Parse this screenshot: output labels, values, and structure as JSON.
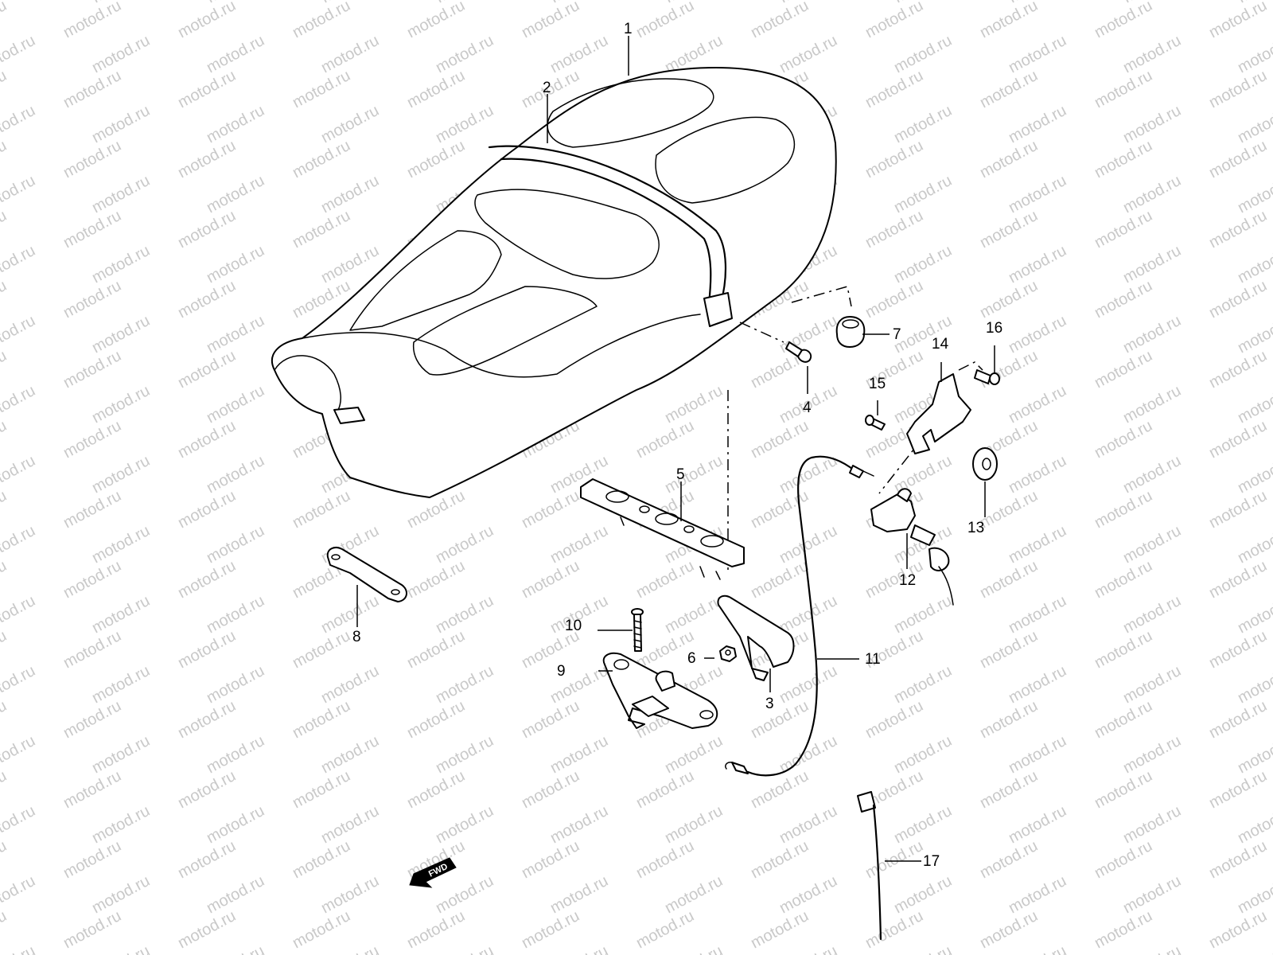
{
  "watermark": "motod.ru",
  "fwd_label": "FWD",
  "callouts": [
    "1",
    "2",
    "3",
    "4",
    "5",
    "6",
    "7",
    "8",
    "9",
    "10",
    "11",
    "12",
    "13",
    "14",
    "15",
    "16",
    "17"
  ]
}
